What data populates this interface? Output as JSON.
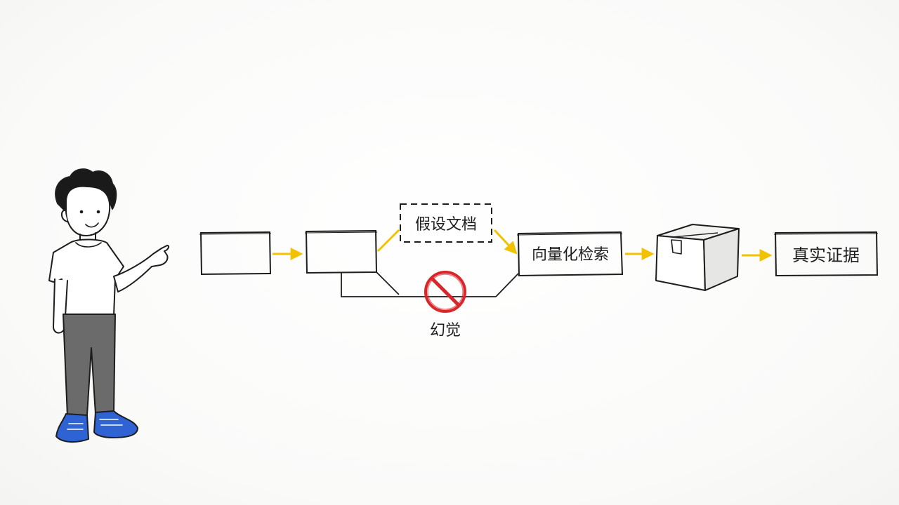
{
  "diagram": {
    "nodes": {
      "hypothetical_doc": "假设文档",
      "vector_search": "向量化检索",
      "real_evidence": "真实证据",
      "hallucination": "幻觉"
    },
    "colors": {
      "arrow": "#f2c200",
      "ink": "#1d1d1d",
      "prohibit": "#d9262b",
      "pants": "#6b6b6b",
      "shoes": "#2f63d4"
    },
    "icons": {
      "person": "person-pointing-icon",
      "box": "cardboard-box-icon",
      "prohibit": "prohibited-icon"
    }
  }
}
